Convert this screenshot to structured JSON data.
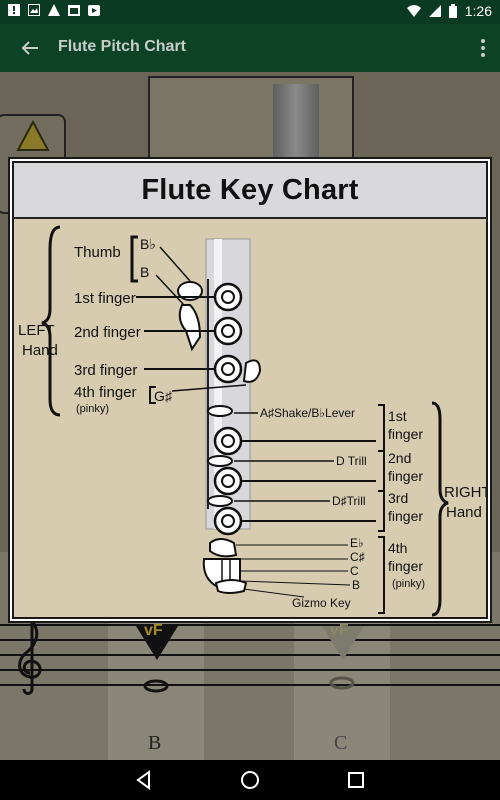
{
  "status_bar": {
    "time": "1:26",
    "icons": [
      "alert-icon",
      "image-icon",
      "warning-icon",
      "calendar-icon",
      "play-store-icon",
      "wifi-icon",
      "signal-icon",
      "battery-icon"
    ]
  },
  "app_bar": {
    "title": "Flute Pitch Chart",
    "icons": [
      "back-arrow-icon",
      "overflow-menu-icon"
    ]
  },
  "dialog": {
    "title": "Flute Key Chart"
  },
  "chart": {
    "left_group": {
      "label_line1": "LEFT",
      "label_line2": "Hand",
      "thumb": "Thumb",
      "thumb_keys": [
        "B♭",
        "B"
      ],
      "fingers": [
        "1st finger",
        "2nd finger",
        "3rd finger",
        "4th finger"
      ],
      "pinky": "(pinky)",
      "g_sharp": "G♯"
    },
    "right_group": {
      "label_line1": "RIGHT",
      "label_line2": "Hand",
      "fingers": [
        {
          "line1": "1st",
          "line2": "finger"
        },
        {
          "line1": "2nd",
          "line2": "finger"
        },
        {
          "line1": "3rd",
          "line2": "finger"
        },
        {
          "line1": "4th",
          "line2": "finger",
          "line3": "(pinky)"
        }
      ],
      "levers": [
        "A♯Shake/B♭Lever",
        "D Trill",
        "D♯Trill"
      ],
      "foot_keys": [
        "E♭",
        "C♯",
        "C",
        "B"
      ],
      "gizmo": "Gizmo Key"
    },
    "colors": {
      "background": "#d8ccb0",
      "ink": "#111111",
      "tube": "#d7d7dc"
    }
  },
  "background_app": {
    "note_labels": [
      "B",
      "C"
    ],
    "key_badges": [
      "vF",
      "vF"
    ]
  },
  "nav_bar": {
    "icons": [
      "back-triangle-icon",
      "home-circle-icon",
      "recents-square-icon"
    ]
  }
}
